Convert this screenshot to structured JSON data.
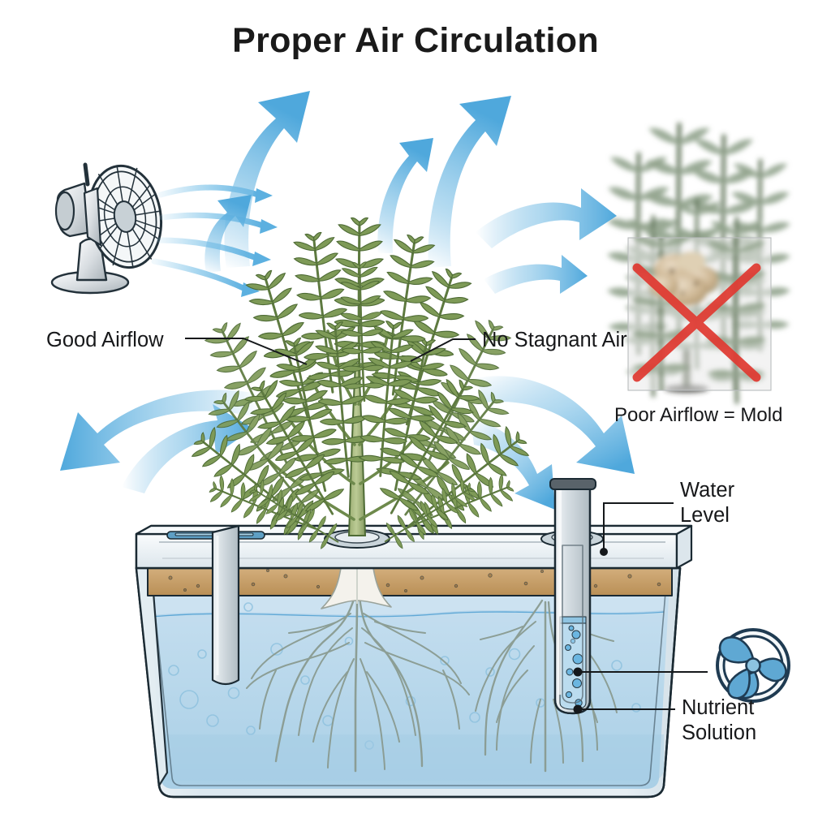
{
  "title": "Proper Air Circulation",
  "labels": {
    "good_airflow": "Good Airflow",
    "no_stagnant_air": "No Stagnant Air",
    "poor_airflow_mold": "Poor Airflow = Mold",
    "water_level": "Water\nLevel",
    "nutrient_solution": "Nutrient\nSolution"
  },
  "icons": {
    "desk_fan": "desk-fan-icon",
    "circulation_fan_badge": "circulation-fan-icon",
    "red_cross_out": "red-x-icon"
  },
  "diagram": {
    "subject": "hydroponic deep water culture reservoir with rosemary plant",
    "plant": "rosemary",
    "reservoir_contents": "nutrient solution",
    "mold_inset_caption": "Poor Airflow = Mold",
    "airflow_arrow_count": 8,
    "fan_stream_count": 4
  },
  "colors": {
    "arrow_blue": "#4FA8DC",
    "arrow_blue_light": "#9ED2EE",
    "water_blue": "#BBD9EC",
    "water_blue_deep": "#A9CFE6",
    "substrate_tan": "#C8A06A",
    "plant_green": "#6F8C4E",
    "plant_green_dark": "#4E6B35",
    "tank_gray": "#D9E3E9",
    "outline": "#1b2a33",
    "mold_red": "#E03A32",
    "badge_navy": "#1F3B52",
    "text": "#17181a"
  }
}
